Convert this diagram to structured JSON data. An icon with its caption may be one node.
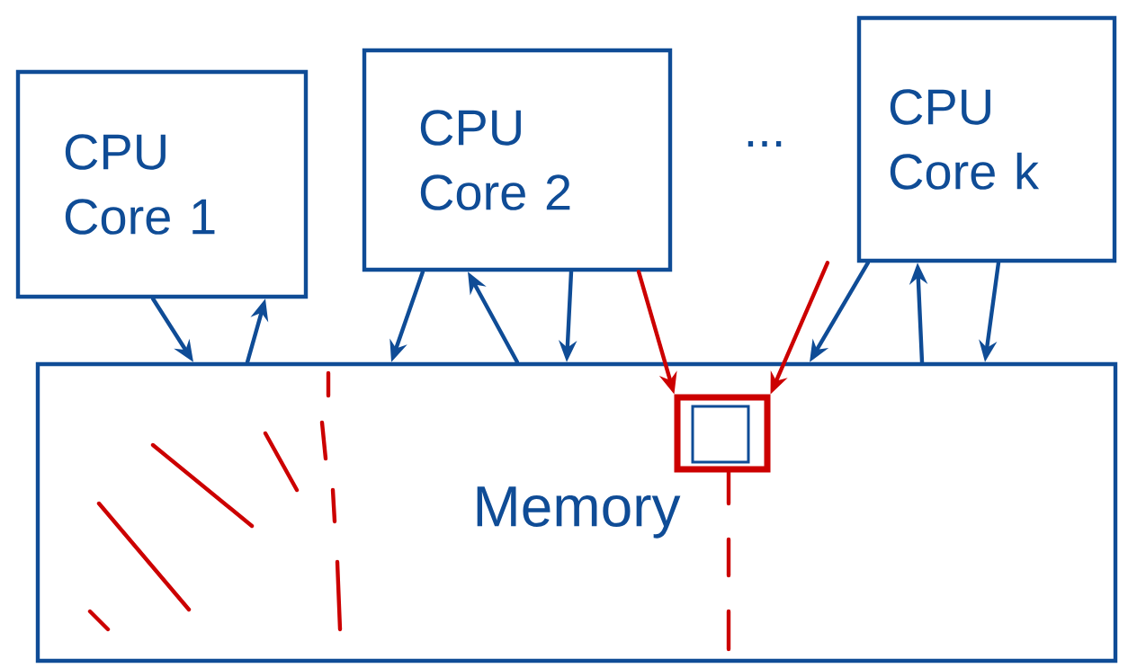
{
  "diagram": {
    "nodes": [
      {
        "text": [
          "CPU Core 1"
        ]
      },
      {
        "text": [
          "CPU Core 2"
        ]
      },
      {
        "text": [
          "CPU Core k"
        ]
      },
      {
        "text": [
          "Memory"
        ]
      },
      {
        "text": [],
        "shape": "box",
        "in": 3
      }
    ],
    "edges": [
      {
        "from": 0,
        "to": 3,
        "arrow": "to"
      },
      {
        "from": 3,
        "to": 0,
        "arrow": "to"
      },
      {
        "from": 1,
        "to": 3,
        "arrow": "to"
      },
      {
        "from": 3,
        "to": 1,
        "arrow": "to"
      },
      {
        "from": 1,
        "to": 3,
        "arrow": "to"
      },
      {
        "from": 1,
        "to": 4,
        "arrow": "to",
        "color": "#cc0000"
      },
      {
        "from": 2,
        "to": 4,
        "arrow": "to",
        "color": "#cc0000"
      },
      {
        "from": 2,
        "to": 3,
        "arrow": "to"
      },
      {
        "from": 3,
        "to": 2,
        "arrow": "to"
      },
      {
        "from": 2,
        "to": 3,
        "arrow": "to"
      }
    ],
    "labels": [
      "..."
    ]
  }
}
